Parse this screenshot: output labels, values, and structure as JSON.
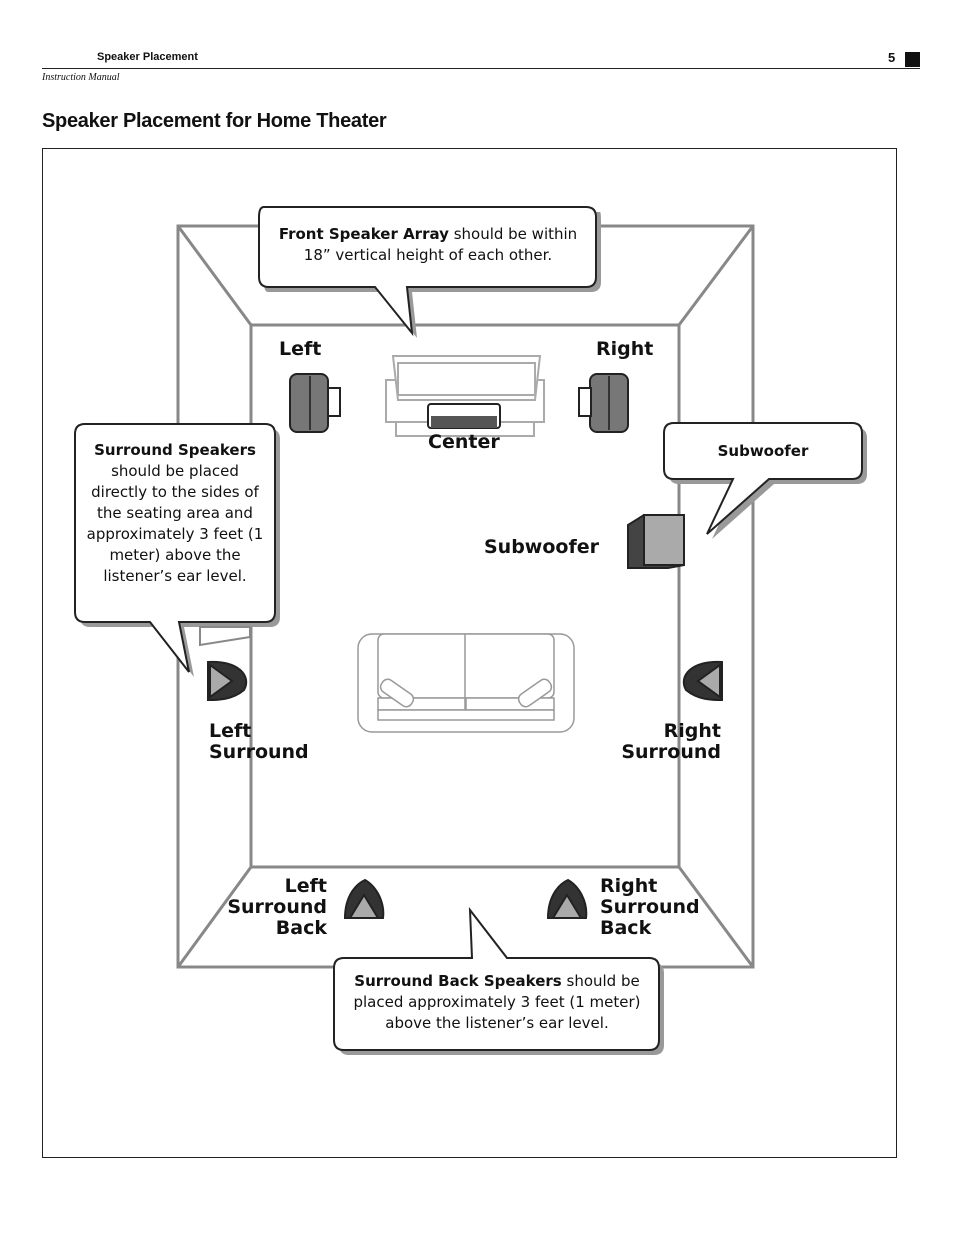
{
  "header": {
    "section": "Speaker Placement",
    "subtitle": "Instruction Manual",
    "page_number": "5"
  },
  "title": "Speaker Placement for Home Theater",
  "labels": {
    "left": "Left",
    "right": "Right",
    "center": "Center",
    "subwoofer": "Subwoofer",
    "left_surround_1": "Left",
    "left_surround_2": "Surround",
    "right_surround_1": "Right",
    "right_surround_2": "Surround",
    "left_surround_back_1": "Left",
    "left_surround_back_2": "Surround",
    "left_surround_back_3": "Back",
    "right_surround_back_1": "Right",
    "right_surround_back_2": "Surround",
    "right_surround_back_3": "Back"
  },
  "callouts": {
    "front": {
      "bold": "Front Speaker Array",
      "rest": " should be within 18” vertical height of each other."
    },
    "surround": {
      "bold": "Surround Speakers",
      "rest": " should be placed directly to the sides of the seating area and approximately 3 feet (1 meter) above the listener’s ear level."
    },
    "subwoofer": {
      "text": "Subwoofer"
    },
    "surround_back": {
      "bold": "Surround Back Speakers",
      "rest": " should be placed approximately 3 feet (1 meter) above the listener’s ear level."
    }
  }
}
